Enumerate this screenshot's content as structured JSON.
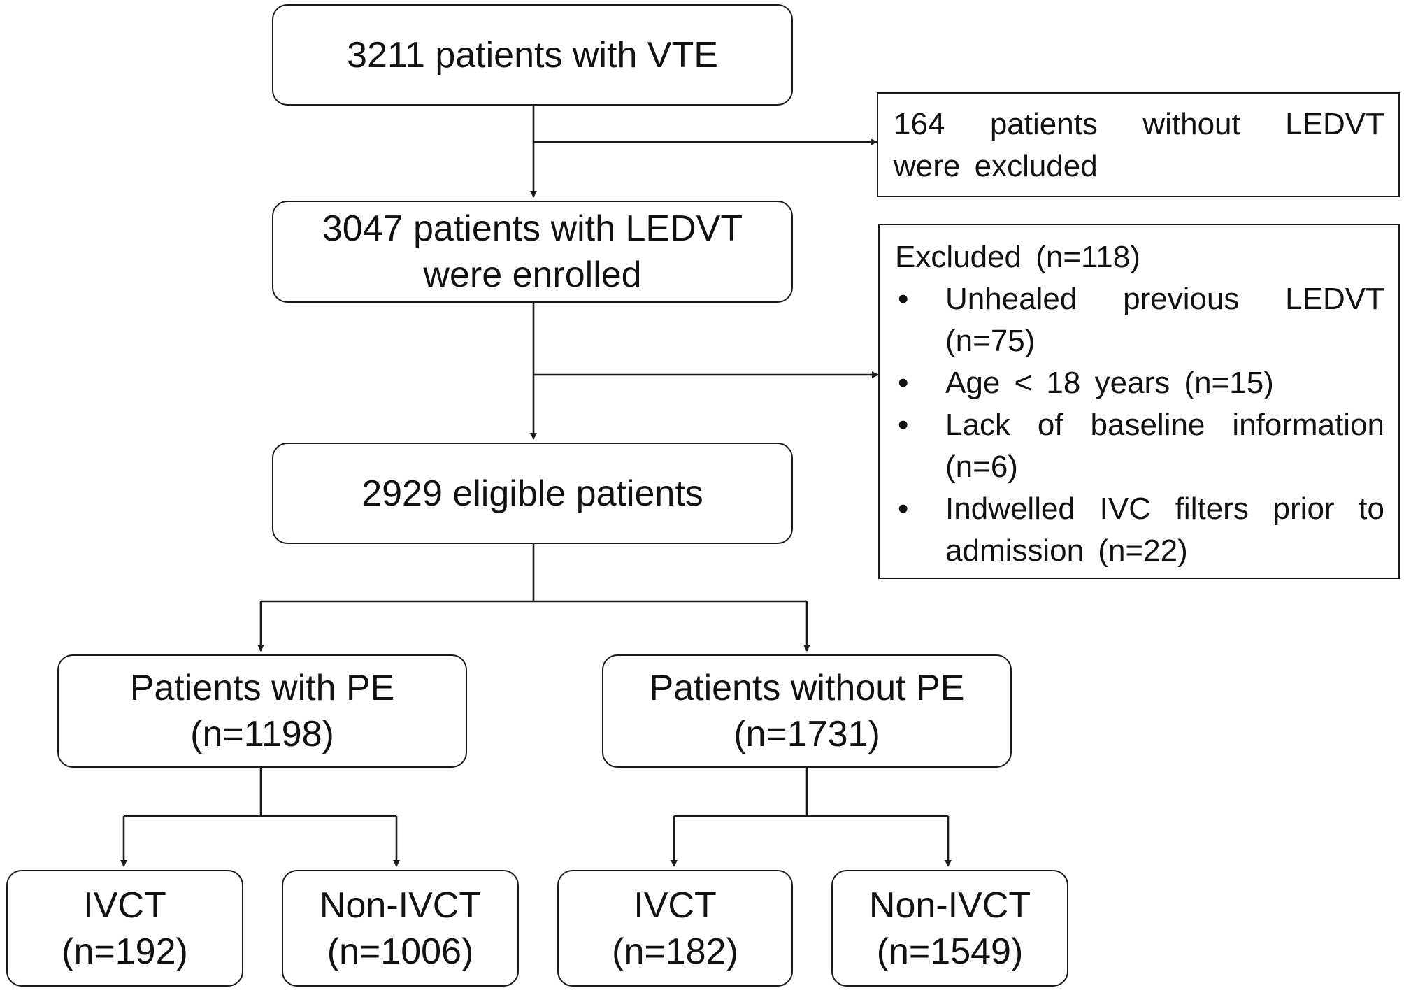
{
  "boxes": {
    "vte": {
      "lines": [
        "3211 patients with VTE"
      ]
    },
    "excluded_ledvt": {
      "lines": [
        "164 patients without LEDVT",
        "were excluded"
      ]
    },
    "enrolled": {
      "lines": [
        "3047 patients with LEDVT",
        "were enrolled"
      ]
    },
    "excluded_criteria": {
      "header": "Excluded (n=118)",
      "bullet_symbol": "•",
      "items": [
        {
          "lines": [
            "Unhealed previous LEDVT",
            "(n=75)"
          ]
        },
        {
          "lines": [
            "Age < 18 years (n=15)"
          ]
        },
        {
          "lines": [
            "Lack of baseline information",
            "(n=6)"
          ]
        },
        {
          "lines": [
            "Indwelled IVC filters prior to",
            "admission (n=22)"
          ]
        }
      ]
    },
    "eligible": {
      "lines": [
        "2929 eligible patients"
      ]
    },
    "with_pe": {
      "lines": [
        "Patients with PE",
        "(n=1198)"
      ]
    },
    "without_pe": {
      "lines": [
        "Patients without PE",
        "(n=1731)"
      ]
    },
    "pe_ivct": {
      "lines": [
        "IVCT",
        "(n=192)"
      ]
    },
    "pe_non_ivct": {
      "lines": [
        "Non-IVCT",
        "(n=1006)"
      ]
    },
    "nope_ivct": {
      "lines": [
        "IVCT",
        "(n=182)"
      ]
    },
    "nope_non_ivct": {
      "lines": [
        "Non-IVCT",
        "(n=1549)"
      ]
    }
  },
  "colors": {
    "stroke": "#1a1a1a",
    "text": "#111111",
    "background": "#ffffff"
  }
}
